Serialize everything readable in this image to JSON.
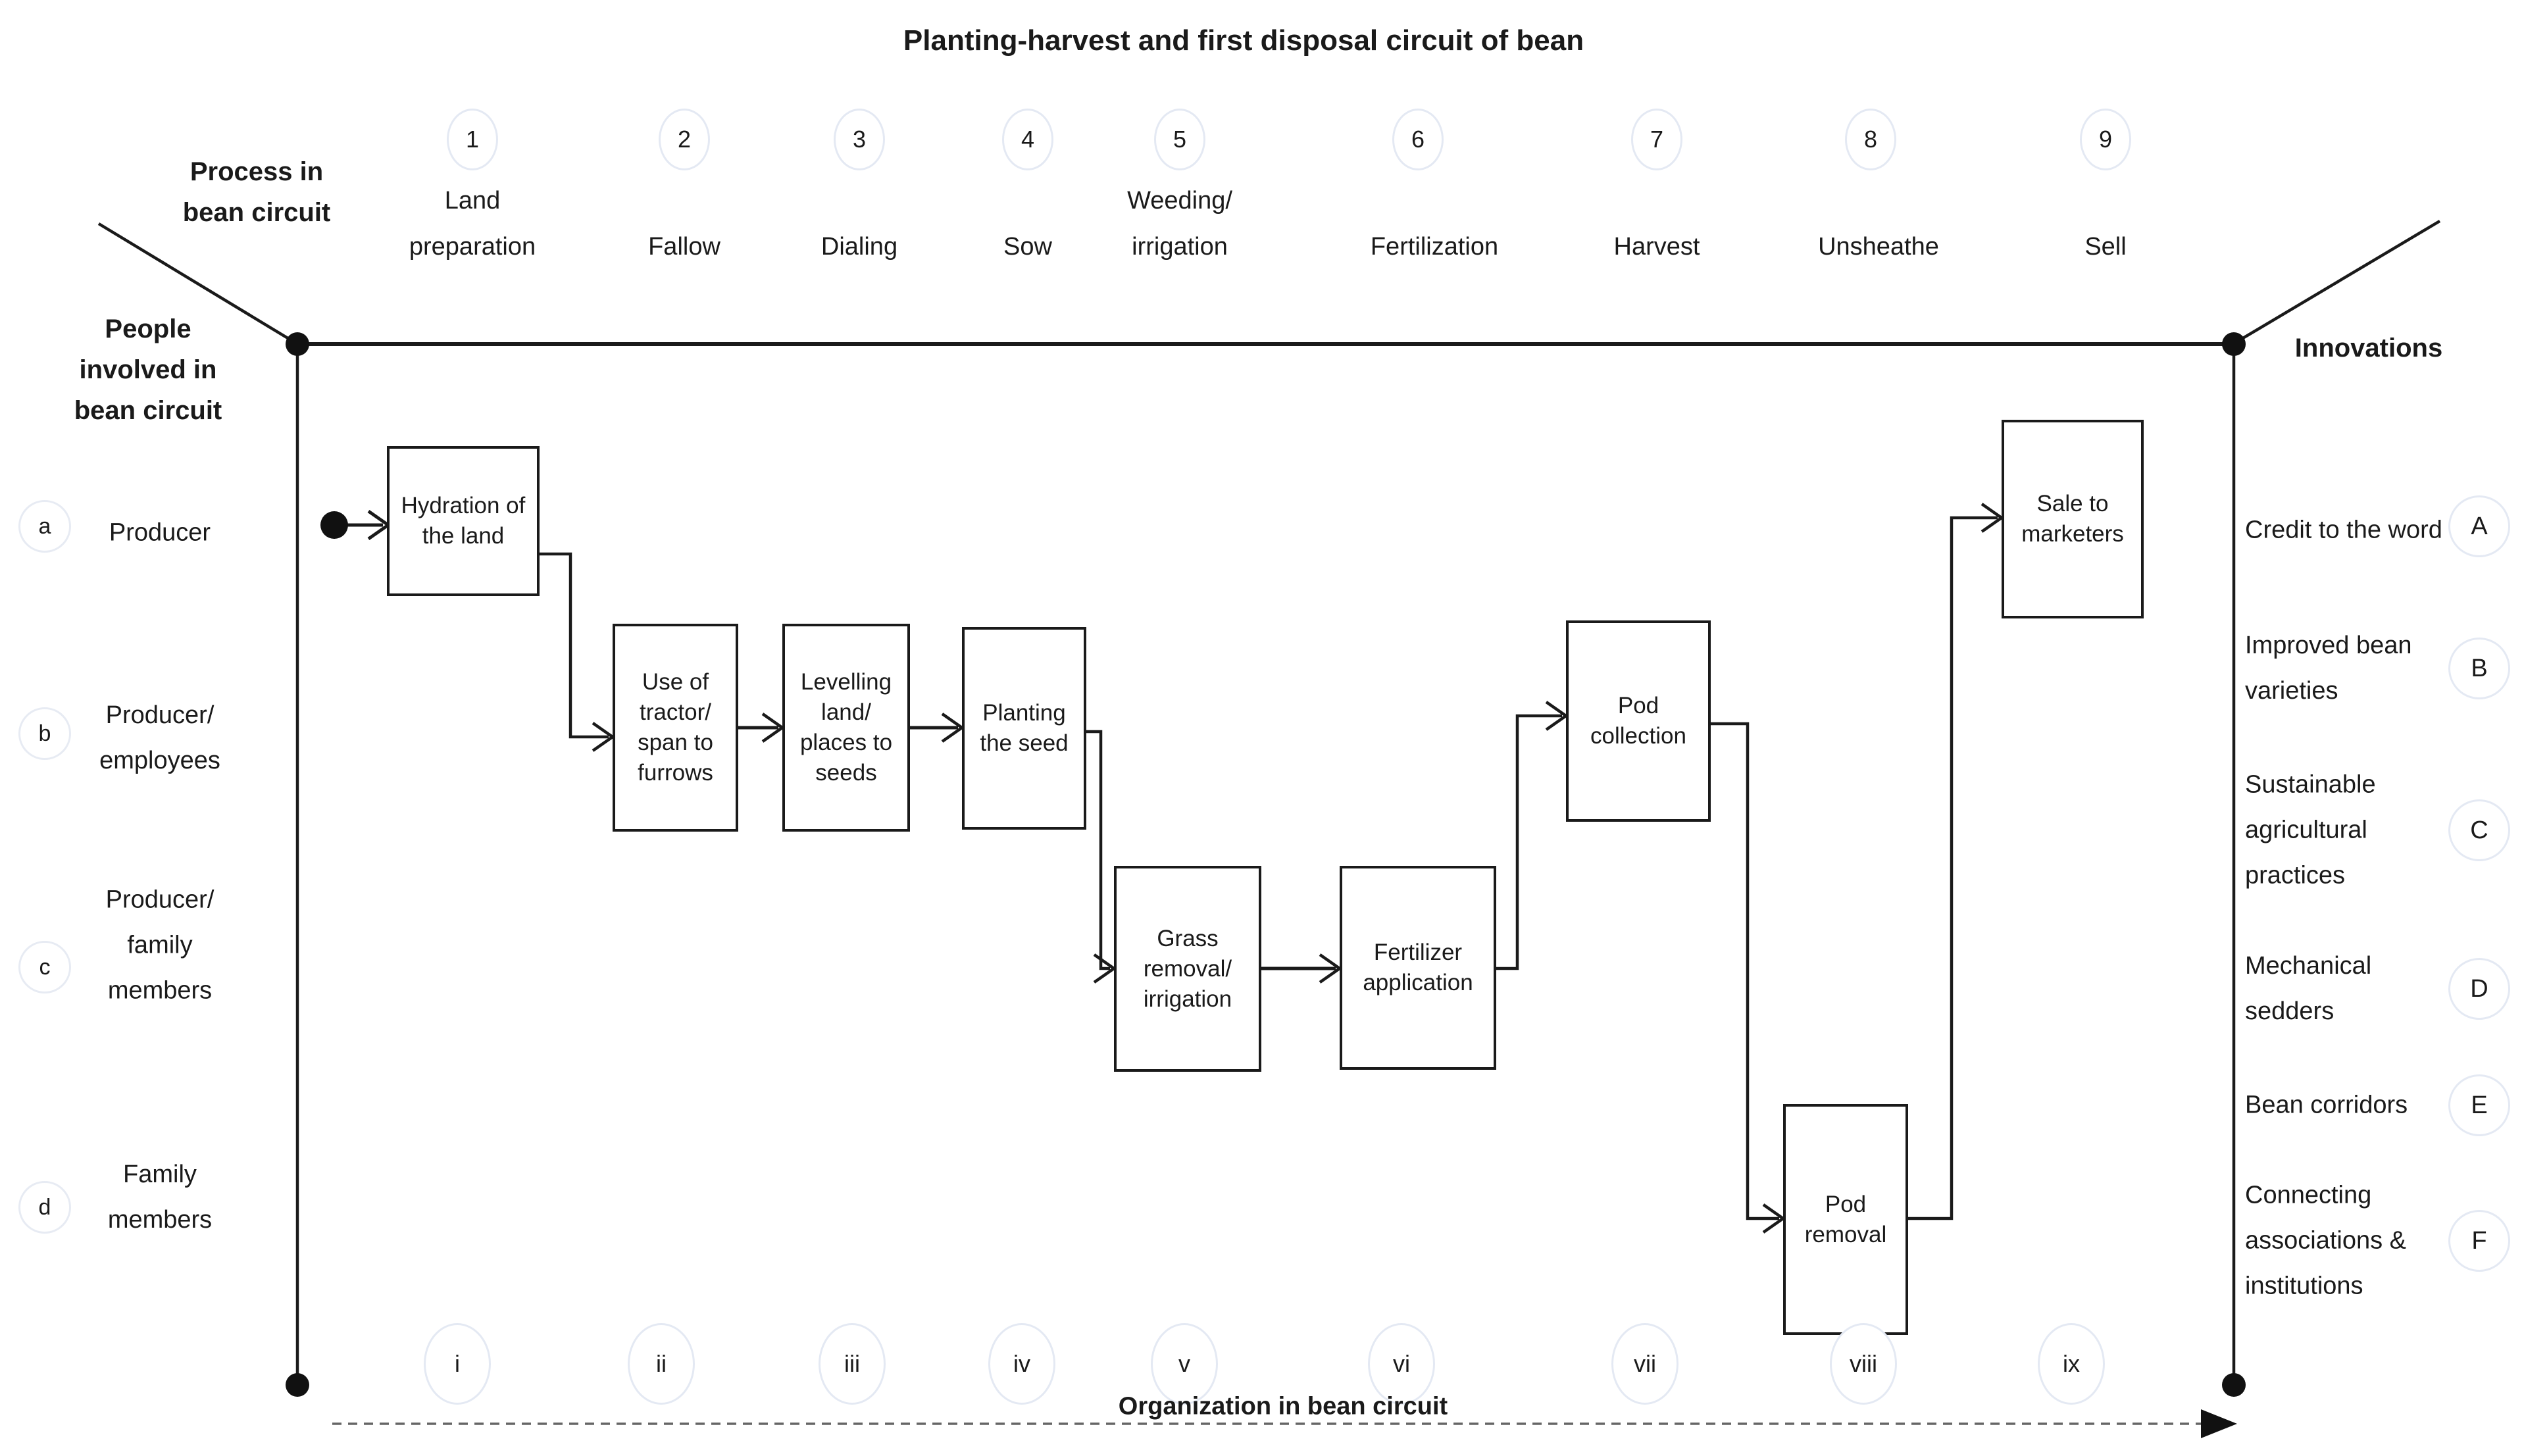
{
  "title": "Planting-harvest and first disposal circuit of bean",
  "axes": {
    "process_header": "Process in bean circuit",
    "people_header": "People involved in bean circuit",
    "innovations_header": "Innovations",
    "organization_label": "Organization in bean circuit"
  },
  "process_steps": [
    {
      "num": "1",
      "label": "Land preparation"
    },
    {
      "num": "2",
      "label": "Fallow"
    },
    {
      "num": "3",
      "label": "Dialing"
    },
    {
      "num": "4",
      "label": "Sow"
    },
    {
      "num": "5",
      "label": "Weeding/ irrigation"
    },
    {
      "num": "6",
      "label": "Fertilization"
    },
    {
      "num": "7",
      "label": "Harvest"
    },
    {
      "num": "8",
      "label": "Unsheathe"
    },
    {
      "num": "9",
      "label": "Sell"
    }
  ],
  "people": [
    {
      "id": "a",
      "label": "Producer"
    },
    {
      "id": "b",
      "label": "Producer/ employees"
    },
    {
      "id": "c",
      "label": "Producer/ family members"
    },
    {
      "id": "d",
      "label": "Family members"
    }
  ],
  "innovations": [
    {
      "id": "A",
      "label": "Credit to the word"
    },
    {
      "id": "B",
      "label": "Improved bean varieties"
    },
    {
      "id": "C",
      "label": "Sustainable agricultural practices"
    },
    {
      "id": "D",
      "label": "Mechanical sedders"
    },
    {
      "id": "E",
      "label": "Bean corridors"
    },
    {
      "id": "F",
      "label": "Connecting associations & institutions"
    }
  ],
  "flow_boxes": [
    {
      "id": "hydration",
      "label": "Hydration of the land"
    },
    {
      "id": "tractor",
      "label": "Use of tractor/ span to furrows"
    },
    {
      "id": "levelling",
      "label": "Levelling land/ places to seeds"
    },
    {
      "id": "planting",
      "label": "Planting the seed"
    },
    {
      "id": "grass",
      "label": "Grass removal/ irrigation"
    },
    {
      "id": "fertilizer",
      "label": "Fertilizer application"
    },
    {
      "id": "pod-collection",
      "label": "Pod collection"
    },
    {
      "id": "pod-removal",
      "label": "Pod removal"
    },
    {
      "id": "sale",
      "label": "Sale to marketers"
    }
  ],
  "organization_steps": [
    "i",
    "ii",
    "iii",
    "iv",
    "v",
    "vi",
    "vii",
    "viii",
    "ix"
  ],
  "colors": {
    "line": "#1a1a1a",
    "circle_ring": "#e4e9f3",
    "dash": "#666666"
  }
}
